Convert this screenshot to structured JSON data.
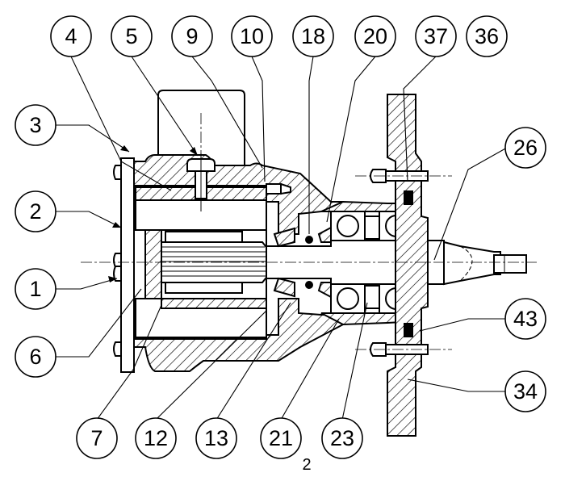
{
  "drawing": {
    "page_number": "2",
    "callouts": [
      {
        "id": "c1",
        "label": "1"
      },
      {
        "id": "c2",
        "label": "2"
      },
      {
        "id": "c3",
        "label": "3"
      },
      {
        "id": "c4",
        "label": "4"
      },
      {
        "id": "c5",
        "label": "5"
      },
      {
        "id": "c6",
        "label": "6"
      },
      {
        "id": "c7",
        "label": "7"
      },
      {
        "id": "c9",
        "label": "9"
      },
      {
        "id": "c10",
        "label": "10"
      },
      {
        "id": "c12",
        "label": "12"
      },
      {
        "id": "c13",
        "label": "13"
      },
      {
        "id": "c18",
        "label": "18"
      },
      {
        "id": "c20",
        "label": "20"
      },
      {
        "id": "c21",
        "label": "21"
      },
      {
        "id": "c23",
        "label": "23"
      },
      {
        "id": "c26",
        "label": "26"
      },
      {
        "id": "c34",
        "label": "34"
      },
      {
        "id": "c36",
        "label": "36"
      },
      {
        "id": "c37",
        "label": "37"
      },
      {
        "id": "c43",
        "label": "43"
      }
    ]
  }
}
